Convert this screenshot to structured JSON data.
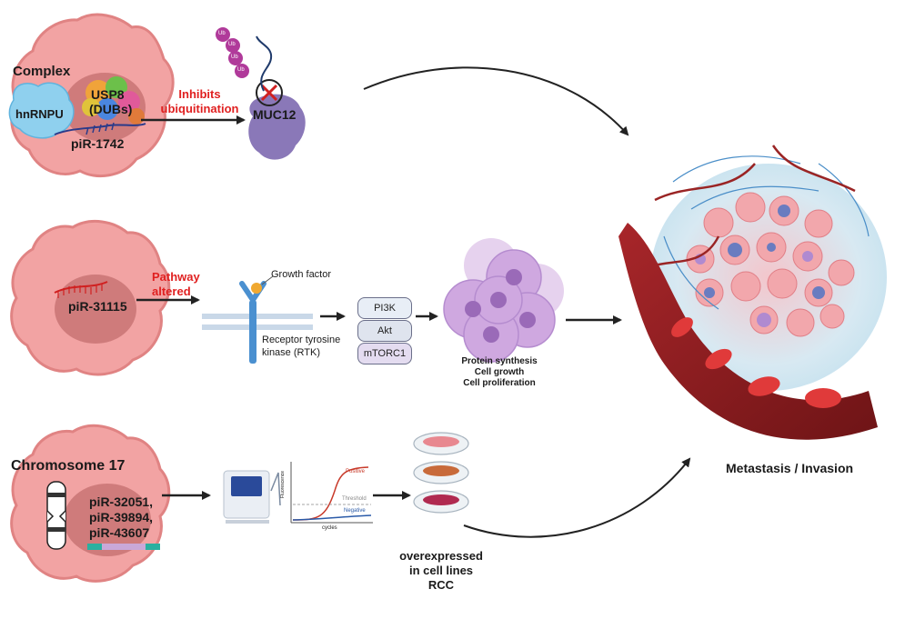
{
  "labels": {
    "complex": "Complex",
    "hnrnpu": "hnRNPU",
    "usp8": "USP8",
    "dubs": "(DUBs)",
    "pir1742": "piR-1742",
    "inhibits_line1": "Inhibits",
    "inhibits_line2": "ubiquitination",
    "muc12": "MUC12",
    "ub": "Ub",
    "pir31115": "piR-31115",
    "pathway_line1": "Pathway",
    "pathway_line2": "altered",
    "growth_factor": "Growth factor",
    "rtk_line1": "Receptor tyrosine",
    "rtk_line2": "kinase (RTK)",
    "pi3k": "PI3K",
    "akt": "Akt",
    "mtorc1": "mTORC1",
    "protein_synthesis": "Protein synthesis",
    "cell_growth": "Cell growth",
    "cell_proliferation": "Cell proliferation",
    "chromosome17": "Chromosome 17",
    "pir_multi_1": "piR-32051,",
    "pir_multi_2": "piR-39894,",
    "pir_multi_3": "piR-43607",
    "qpcr_positive": "Positive",
    "qpcr_threshold": "Threshold",
    "qpcr_negative": "Negative",
    "qpcr_ylabel": "Fluorescence",
    "qpcr_xlabel": "cycles",
    "overexpressed_1": "overexpressed",
    "overexpressed_2": "in cell lines",
    "overexpressed_3": "RCC",
    "metastasis": "Metastasis / Invasion"
  },
  "colors": {
    "cell_fill": "#f2a3a3",
    "cell_edge": "#e08383",
    "nucleus": "#c97474",
    "red_label": "#e02020",
    "purple_cells": "#cfa8e0",
    "vessel": "#8f1f1f",
    "rbc": "#e03a3a",
    "arrow": "#222222"
  },
  "icons": {
    "cells": "cell-icon",
    "protein": "protein-icon",
    "receptor": "receptor-icon",
    "chromosome": "chromosome-icon",
    "qpcr_machine": "qpcr-machine-icon",
    "petri_dish": "petri-dish-icon",
    "tumor": "tumor-icon"
  }
}
